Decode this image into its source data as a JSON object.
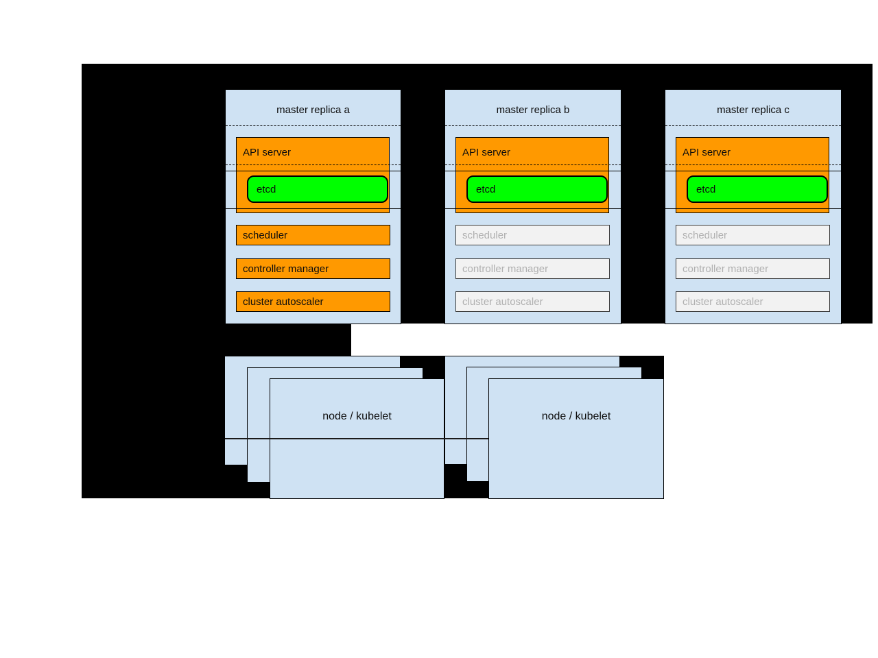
{
  "masters": [
    {
      "title": "master replica a",
      "api_server_label": "API server",
      "etcd_label": "etcd",
      "components": [
        "scheduler",
        "controller manager",
        "cluster autoscaler"
      ],
      "state": "active"
    },
    {
      "title": "master replica b",
      "api_server_label": "API server",
      "etcd_label": "etcd",
      "components": [
        "scheduler",
        "controller manager",
        "cluster autoscaler"
      ],
      "state": "inactive"
    },
    {
      "title": "master replica c",
      "api_server_label": "API server",
      "etcd_label": "etcd",
      "components": [
        "scheduler",
        "controller manager",
        "cluster autoscaler"
      ],
      "state": "inactive"
    }
  ],
  "node_stacks": [
    {
      "label": "node / kubelet"
    },
    {
      "label": "node / kubelet"
    }
  ],
  "colors": {
    "background_black": "#000000",
    "box_blue": "#cfe2f3",
    "active_fill": "#ff9900",
    "etcd_fill": "#00ff00",
    "inactive_fill": "#f2f2f2",
    "inactive_border": "#3a3a3a",
    "inactive_text": "#b0b0b0",
    "divider": "#1a1a1a"
  }
}
